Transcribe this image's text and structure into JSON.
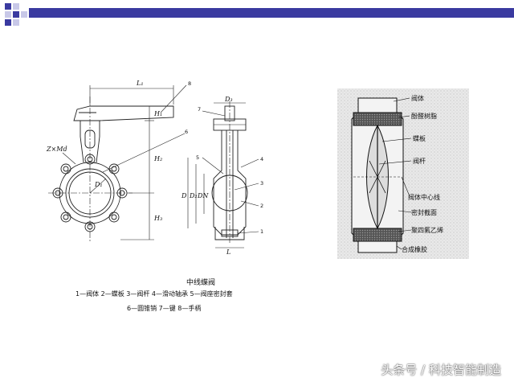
{
  "colors": {
    "accent": "#3a3aa0",
    "deco_square": "#3a3aa0",
    "deco_light": "#c8c8e8",
    "line": "#222222"
  },
  "left_drawing": {
    "dims": {
      "l1": "L₁",
      "h1": "H₁",
      "h2": "H₂",
      "h3": "H₃",
      "d1": "D₁",
      "bolt": "Z×Md"
    },
    "callouts": [
      "8",
      "6"
    ]
  },
  "section_drawing": {
    "dims": {
      "d3": "D₃",
      "d": "D",
      "d2": "D₂",
      "dn": "DN",
      "l": "L"
    },
    "callouts": [
      "7",
      "5",
      "4",
      "3",
      "2",
      "1"
    ]
  },
  "caption": {
    "title": "中线蝶阀",
    "line1": "1—阀体  2—蝶板  3—阀杆  4—滑动轴承  5—阀座密封套",
    "line2": "6—圆锥销  7—键  8—手柄"
  },
  "photo_labels": [
    "阀体",
    "酚醛树脂",
    "蝶板",
    "阀杆",
    "阀体中心线",
    "密封截面",
    "聚四氟乙烯",
    "合成橡胶"
  ],
  "watermark": "头条号 / 科技智能制造"
}
